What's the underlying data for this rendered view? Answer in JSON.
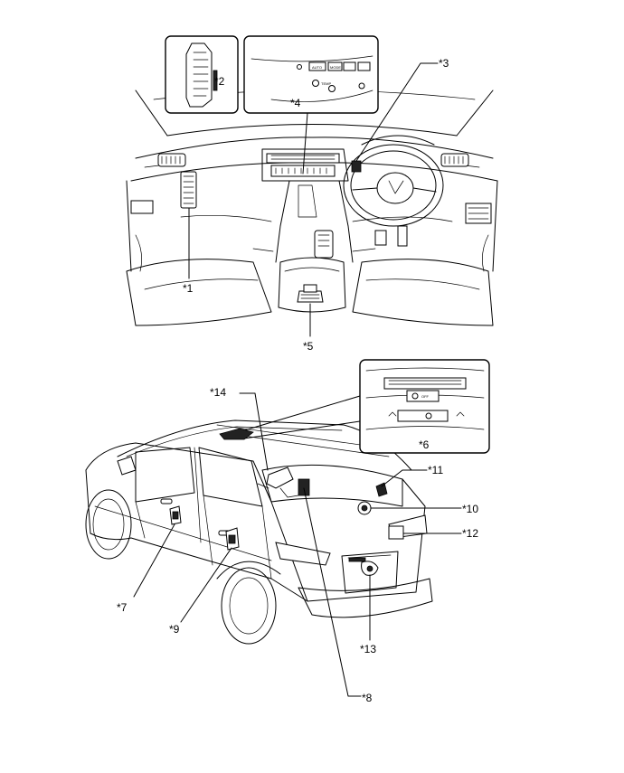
{
  "labels": {
    "l1": "*1",
    "l2": "*2",
    "l3": "*3",
    "l4": "*4",
    "l5": "*5",
    "l6": "*6",
    "l7": "*7",
    "l8": "*8",
    "l9": "*9",
    "l10": "*10",
    "l11": "*11",
    "l12": "*12",
    "l13": "*13",
    "l14": "*14"
  },
  "panel_texts": {
    "auto": "AUTO",
    "mode": "MODE",
    "temp": "TEMP",
    "off": "OFF"
  }
}
